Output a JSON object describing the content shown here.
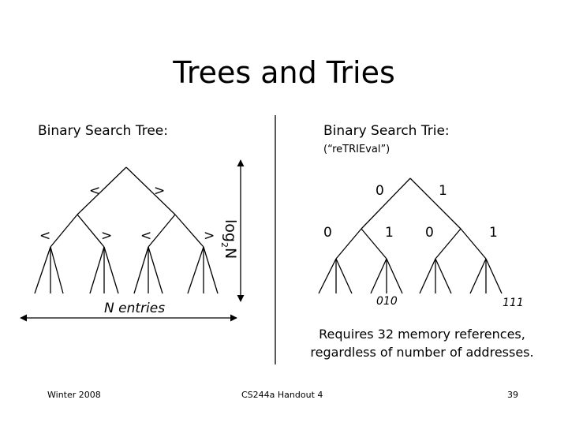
{
  "title": "Trees and Tries",
  "bst": {
    "label": "Binary Search Tree:",
    "lt": "<",
    "gt": ">",
    "entries_label": "N entries",
    "height_label": "log",
    "height_sub": "2",
    "height_var": "N"
  },
  "trie": {
    "label": "Binary Search Trie:",
    "subtitle": "(“reTRIEval”)",
    "bit0": "0",
    "bit1": "1",
    "leaf_010": "010",
    "leaf_111": "111",
    "note_line1": "Requires 32 memory references,",
    "note_line2": "regardless of number of addresses."
  },
  "footer": {
    "left": "Winter 2008",
    "center": "CS244a Handout 4",
    "right": "39"
  }
}
